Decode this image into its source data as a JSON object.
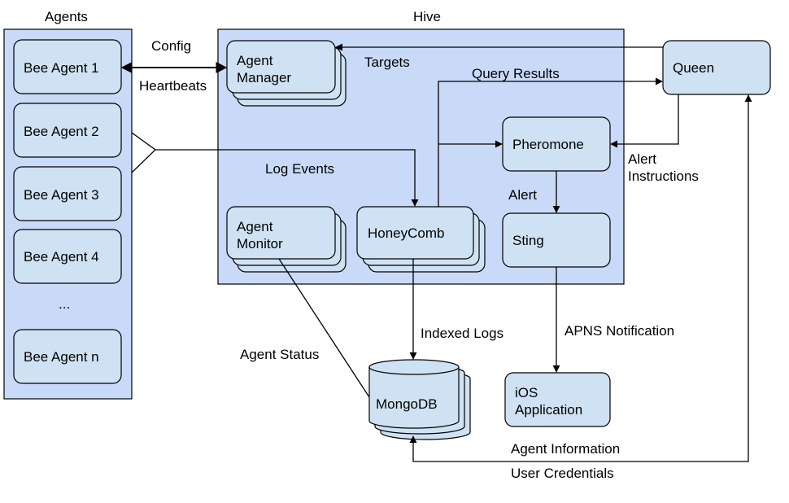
{
  "agents": {
    "title": "Agents",
    "items": [
      "Bee Agent 1",
      "Bee Agent 2",
      "Bee Agent 3",
      "Bee Agent 4",
      "...",
      "Bee Agent n"
    ]
  },
  "hive": {
    "title": "Hive",
    "agent_manager": "Agent\nManager",
    "agent_monitor": "Agent\nMonitor",
    "honeycomb": "HoneyComb",
    "pheromone": "Pheromone",
    "sting": "Sting"
  },
  "queen": "Queen",
  "mongodb": "MongoDB",
  "ios_app": "iOS\nApplication",
  "edges": {
    "config": "Config",
    "heartbeats": "Heartbeats",
    "targets": "Targets",
    "query_results": "Query Results",
    "log_events": "Log Events",
    "alert": "Alert",
    "alert_instructions": "Alert\nInstructions",
    "indexed_logs": "Indexed Logs",
    "agent_status": "Agent Status",
    "apns_notification": "APNS Notification",
    "agent_information": "Agent Information",
    "user_credentials": "User Credentials"
  },
  "colors": {
    "panel_fill": "#c9daf8",
    "node_fill": "#cfe2f3",
    "stroke": "#000000"
  }
}
